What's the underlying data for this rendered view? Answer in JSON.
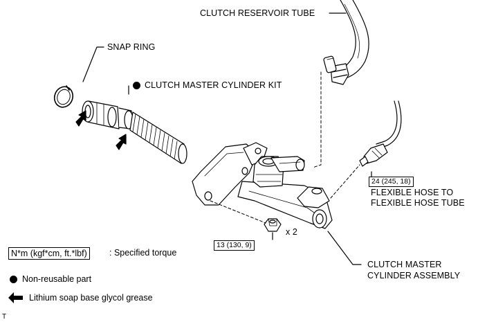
{
  "labels": {
    "reservoir_tube": "CLUTCH RESERVOIR TUBE",
    "snap_ring": "SNAP RING",
    "master_cylinder_kit": "CLUTCH MASTER CYLINDER KIT",
    "flexible_hose_line1": "FLEXIBLE HOSE TO",
    "flexible_hose_line2": "FLEXIBLE HOSE TUBE",
    "assembly_line1": "CLUTCH MASTER",
    "assembly_line2": "CYLINDER ASSEMBLY",
    "bolt_qty": "x 2",
    "corner_mark": "T"
  },
  "torques": {
    "flexible_hose": "24 (245, 18)",
    "bolts": "13 (130, 9)"
  },
  "legend": {
    "torque_box": "N*m (kgf*cm, ft.*lbf)",
    "torque_text": ": Specified torque",
    "non_reusable": "Non-reusable part",
    "grease": "Lithium soap base glycol grease"
  }
}
